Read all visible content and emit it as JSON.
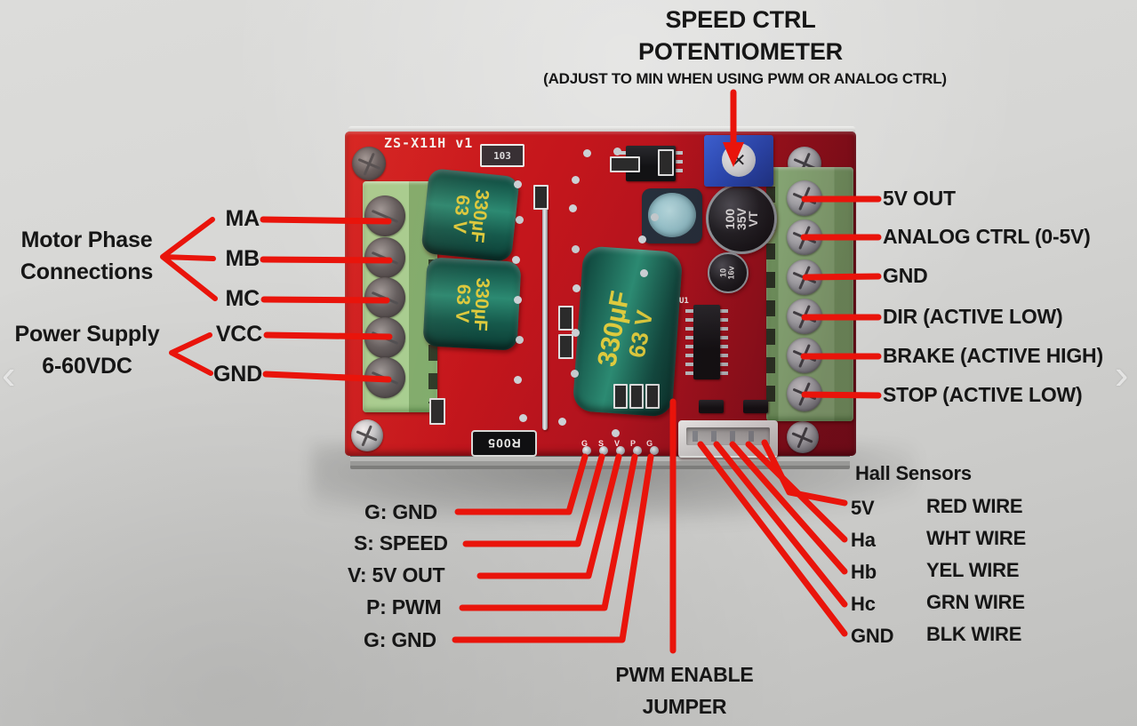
{
  "title_block": {
    "line1": "SPEED CTRL",
    "line2": "POTENTIOMETER",
    "note": "(ADJUST TO MIN WHEN USING PWM OR ANALOG CTRL)"
  },
  "left_panel": {
    "motor_group": {
      "line1": "Motor Phase",
      "line2": "Connections"
    },
    "motor_pins": [
      "MA",
      "MB",
      "MC"
    ],
    "power_group": {
      "line1": "Power Supply",
      "line2": "6-60VDC"
    },
    "power_pins": [
      "VCC",
      "GND"
    ]
  },
  "right_panel": {
    "pins": [
      "5V OUT",
      "ANALOG CTRL (0-5V)",
      "GND",
      "DIR (ACTIVE LOW)",
      "BRAKE (ACTIVE HIGH)",
      "STOP (ACTIVE LOW)"
    ]
  },
  "bottom_left_panel": {
    "pins": [
      "G: GND",
      "S: SPEED",
      "V: 5V OUT",
      "P: PWM",
      "G: GND"
    ]
  },
  "hall_panel": {
    "title": "Hall Sensors",
    "rows": [
      {
        "pin": "5V",
        "wire": "RED WIRE"
      },
      {
        "pin": "Ha",
        "wire": "WHT WIRE"
      },
      {
        "pin": "Hb",
        "wire": "YEL WIRE"
      },
      {
        "pin": "Hc",
        "wire": "GRN WIRE"
      },
      {
        "pin": "GND",
        "wire": "BLK WIRE"
      }
    ]
  },
  "jumper_block": {
    "line1": "PWM ENABLE",
    "line2": "JUMPER"
  },
  "board": {
    "silkscreen": "ZS-X11H v1",
    "ic_ref": "U1",
    "resistor_label": "103",
    "shunt_label": "R005",
    "cap_330": {
      "value": "330µF",
      "voltage": "63 V"
    },
    "cap_100_lines": [
      "100",
      "35V",
      "VT"
    ],
    "cap_10_lines": [
      "10",
      "16v"
    ],
    "pad_labels": [
      "G",
      "S",
      "V",
      "P",
      "G"
    ]
  },
  "nav": {
    "prev": "‹",
    "next": "›"
  },
  "colors": {
    "annotation_red": "#e9140b",
    "pcb_red": "#c4161c",
    "terminal_green": "#94c384",
    "cap_teal": "#155449",
    "cap_yellow": "#ddca3e",
    "pot_blue": "#2e52c5",
    "bg_gray": "#d6d6d4"
  }
}
